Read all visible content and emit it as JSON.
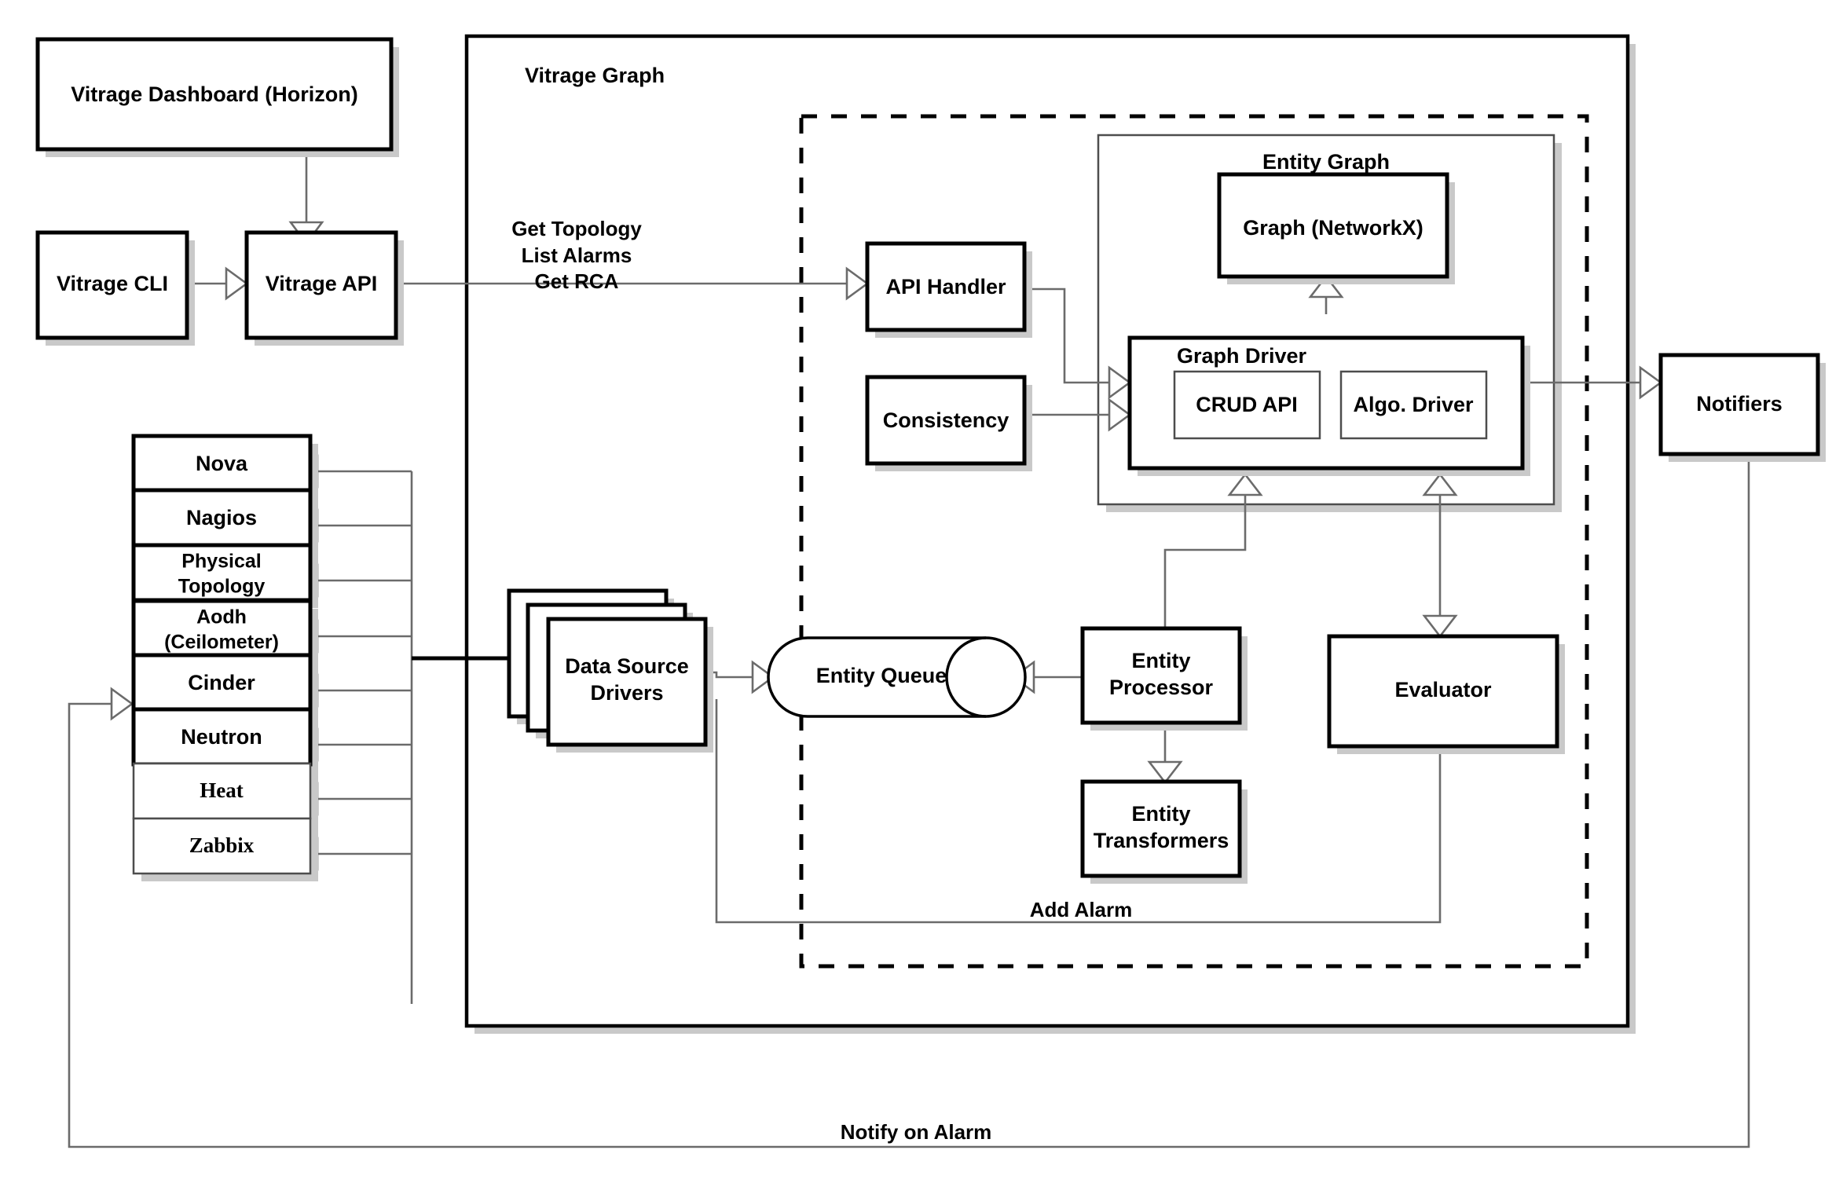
{
  "title": "Vitrage Architecture Diagram",
  "containers": {
    "vitrage_graph": {
      "label": "Vitrage Graph"
    },
    "dashed_region": {
      "label": ""
    },
    "entity_graph": {
      "label": "Entity Graph"
    },
    "graph_driver": {
      "label": "Graph Driver"
    }
  },
  "nodes": {
    "dashboard": {
      "label": "Vitrage Dashboard (Horizon)"
    },
    "cli": {
      "label": "Vitrage CLI"
    },
    "api": {
      "label": "Vitrage API"
    },
    "api_handler": {
      "label": "API Handler"
    },
    "consistency": {
      "label": "Consistency"
    },
    "graph_networkx": {
      "label": "Graph (NetworkX)"
    },
    "crud_api": {
      "label": "CRUD API"
    },
    "algo_driver": {
      "label": "Algo. Driver"
    },
    "notifiers": {
      "label": "Notifiers"
    },
    "data_source_drivers": {
      "label_line1": "Data Source",
      "label_line2": "Drivers"
    },
    "entity_queue": {
      "label": "Entity Queue"
    },
    "entity_processor": {
      "label_line1": "Entity",
      "label_line2": "Processor"
    },
    "entity_transformers": {
      "label_line1": "Entity",
      "label_line2": "Transformers"
    },
    "evaluator": {
      "label": "Evaluator"
    }
  },
  "data_sources": [
    {
      "label": "Nova",
      "style": "bold"
    },
    {
      "label": "Nagios",
      "style": "bold"
    },
    {
      "label_line1": "Physical",
      "label_line2": "Topology",
      "style": "bold"
    },
    {
      "label_line1": "Aodh",
      "label_line2": "(Ceilometer)",
      "style": "bold"
    },
    {
      "label": "Cinder",
      "style": "bold"
    },
    {
      "label": "Neutron",
      "style": "bold"
    },
    {
      "label": "Heat",
      "style": "serif"
    },
    {
      "label": "Zabbix",
      "style": "serif"
    }
  ],
  "edge_labels": {
    "api_calls_line1": "Get Topology",
    "api_calls_line2": "List Alarms",
    "api_calls_line3": "Get RCA",
    "add_alarm": "Add Alarm",
    "notify_on_alarm": "Notify on Alarm"
  },
  "colors": {
    "background": "#ffffff",
    "stroke": "#000000",
    "connector": "#6b6b6b",
    "shadow": "#c9c9c9"
  }
}
